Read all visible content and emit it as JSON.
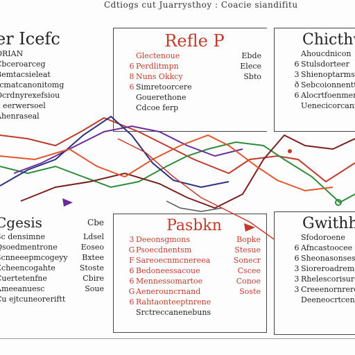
{
  "caption": "Cdtiogs cut Juarrysthoy : Coacie siandifitud",
  "colors": {
    "red": "#c0392b",
    "green": "#2e8b3a",
    "purple": "#6a2c9a",
    "navy": "#2a2f80",
    "maroon": "#7a1e1e",
    "orange": "#e0562a"
  },
  "panels": {
    "top_left": {
      "title": "er Icefc",
      "rows": [
        {
          "text": "ORIAN",
          "side": ""
        },
        {
          "text": "Cbceroarceg",
          "side": ""
        },
        {
          "text": "Bemtacsieleat",
          "side": ""
        },
        {
          "text": "rcmatcanonitomg",
          "side": ""
        },
        {
          "text": "Ocrdnyrexefsiou",
          "side": ""
        },
        {
          "text": "a eerwersoel",
          "side": ""
        },
        {
          "text": "Ahenraseal",
          "side": ""
        }
      ]
    },
    "top_middle": {
      "title": "Refle P",
      "rows": [
        {
          "bullet": "",
          "text": "Glectenoue",
          "side": "Ebde"
        },
        {
          "bullet": "6",
          "text": "Perdlitmpn",
          "side": "Elece"
        },
        {
          "bullet": "8",
          "text": "Nuns Okkcy",
          "side": "Sbto"
        },
        {
          "bullet": "6",
          "text": "Simretoorcere",
          "side": ""
        },
        {
          "bullet": "",
          "text": "Gouerethone",
          "side": ""
        },
        {
          "bullet": "",
          "text": "Cdcoe ferp",
          "side": ""
        }
      ]
    },
    "top_right": {
      "title": "Chicthw",
      "rows": [
        {
          "bullet": "",
          "text": "Ahoucdnicon",
          "side": ""
        },
        {
          "bullet": "6",
          "text": "Stulsdorteer",
          "side": ""
        },
        {
          "bullet": "3",
          "text": "Shienoptarmse",
          "side": ""
        },
        {
          "bullet": "ð",
          "text": "Sebcoionnentt",
          "side": ""
        },
        {
          "bullet": "6",
          "text": "Alocrtfoenmenis",
          "side": ""
        },
        {
          "bullet": "",
          "text": "Uenecicorcanmo",
          "side": ""
        }
      ]
    },
    "bottom_left": {
      "title": "Cgesis",
      "title_side": "Cbe",
      "rows": [
        {
          "text": "Sc densimne",
          "side": "Ldsel"
        },
        {
          "text": "Qsoedmentrone",
          "side": "Eoseo"
        },
        {
          "text": "Scnneeepmcogeyy",
          "side": "Bxtee"
        },
        {
          "text": "Echeencogahte",
          "side": "Stoste"
        },
        {
          "text": "Cuertetenfne",
          "side": "Cbire"
        },
        {
          "text": "Ameeanuesc",
          "side": "Soue"
        },
        {
          "text": "Cu ejtcuneoreriftt",
          "side": ""
        }
      ]
    },
    "bottom_middle": {
      "title": "Pasbkn",
      "rows": [
        {
          "bullet": "3",
          "text": "Deeonsgmons",
          "side": "Bopke"
        },
        {
          "bullet": "G",
          "text": "Psoecdnentsm",
          "side": "Stesue"
        },
        {
          "bullet": "F",
          "text": "Sareoecnmcnereea",
          "side": "Sonecr"
        },
        {
          "bullet": "6",
          "text": "Bedoneessacoue",
          "side": "Cscee"
        },
        {
          "bullet": "6",
          "text": "Mennessomartoe",
          "side": "Conoe"
        },
        {
          "bullet": "G",
          "text": "Aenerouncrnand",
          "side": "Soste"
        },
        {
          "bullet": "6",
          "text": "Rahtaonteeptnrene",
          "side": ""
        },
        {
          "bullet": "",
          "text": "Srctreccanenebuns",
          "side": ""
        }
      ]
    },
    "bottom_right": {
      "title": "Gwithhu",
      "rows": [
        {
          "bullet": "",
          "text": "Sfodoroene",
          "side": ""
        },
        {
          "bullet": "6",
          "text": "Afncastoocee",
          "side": ""
        },
        {
          "bullet": "6",
          "text": "Sheonasonsest",
          "side": ""
        },
        {
          "bullet": "3",
          "text": "Sioreroadremeni",
          "side": ""
        },
        {
          "bullet": "3",
          "text": "Rhelescorisure",
          "side": ""
        },
        {
          "bullet": "3",
          "text": "Creeenornrere",
          "side": ""
        },
        {
          "bullet": "",
          "text": "Deeneocrtcenes",
          "side": ""
        }
      ]
    }
  }
}
